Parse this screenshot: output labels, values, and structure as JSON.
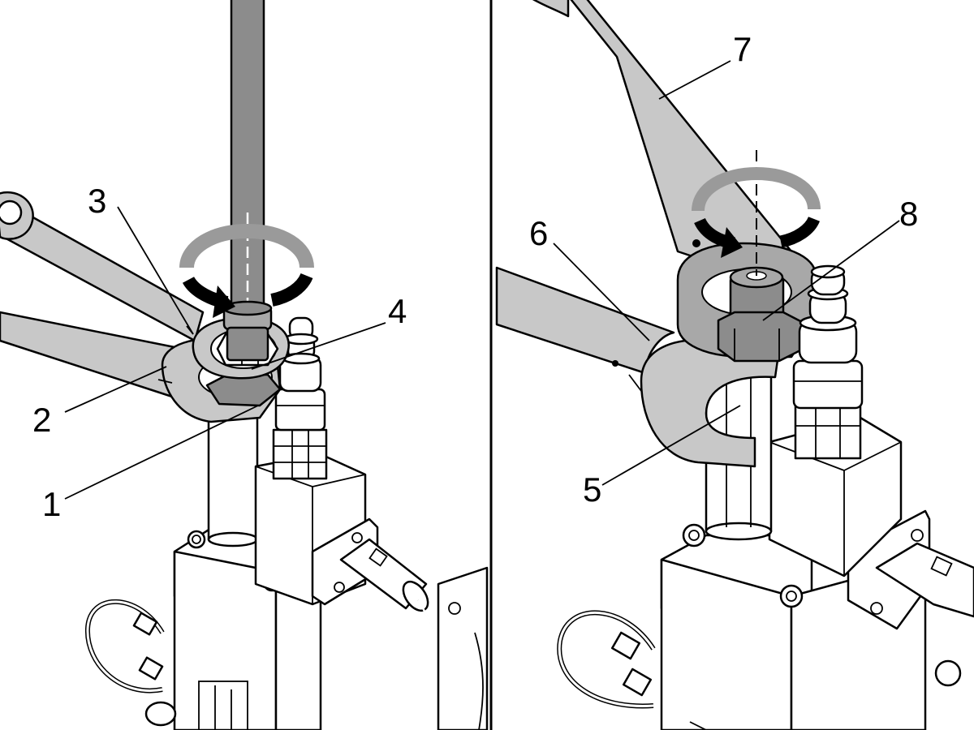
{
  "callouts": {
    "c1": "1",
    "c2": "2",
    "c3": "3",
    "c4": "4",
    "c5": "5",
    "c6": "6",
    "c7": "7",
    "c8": "8"
  },
  "colors": {
    "wrench_fill": "#c8c8c8",
    "dark_metal": "#8c8c8c",
    "mid_metal": "#a8a8a8",
    "rotation_arrow": "#9a9a9a",
    "line": "#000000",
    "background": "#ffffff"
  },
  "icons": {
    "rotation_left": "clockwise-rotation-arrow-icon",
    "rotation_right": "clockwise-rotation-arrow-icon"
  }
}
